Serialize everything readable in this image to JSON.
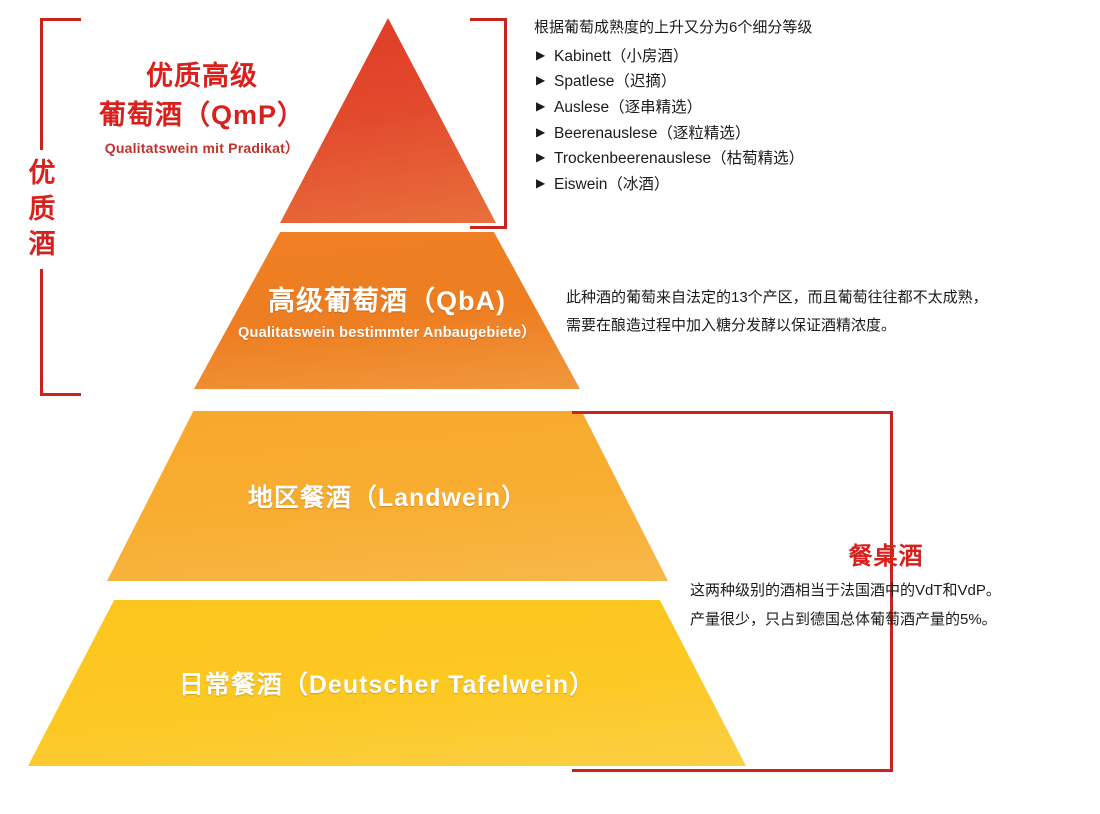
{
  "chart_data": {
    "type": "pyramid",
    "title": "德国葡萄酒等级金字塔",
    "tiers": [
      {
        "id": "qmp",
        "rank": 1,
        "name_cn": "优质高级\n葡萄酒（QmP）",
        "name_de": "Qualitatswein mit Pradikat）",
        "color": "#e2492d"
      },
      {
        "id": "qba",
        "rank": 2,
        "name_cn": "高级葡萄酒（QbA)",
        "name_de": "Qualitatswein bestimmter Anbaugebiete）",
        "color": "#ef7f22"
      },
      {
        "id": "landwein",
        "rank": 3,
        "name_cn": "地区餐酒（Landwein）",
        "name_de": "",
        "color": "#f8ad30"
      },
      {
        "id": "tafelwein",
        "rank": 4,
        "name_cn": "日常餐酒（Deutscher Tafelwein）",
        "name_de": "",
        "color": "#fcc822"
      }
    ],
    "groups": [
      {
        "id": "quality-wine",
        "label": "优质酒",
        "covers": [
          "qmp",
          "qba"
        ]
      },
      {
        "id": "table-wine",
        "label": "餐桌酒",
        "covers": [
          "landwein",
          "tafelwein"
        ]
      }
    ]
  },
  "colors": {
    "red_accent": "#d8211c",
    "bracket": "#c9241c",
    "tier_qmp": "#e2492d",
    "tier_qba": "#ef7f22",
    "tier_landwein": "#f8ad30",
    "tier_tafelwein": "#fcc822",
    "body_text": "#1b1b1b"
  },
  "pyramid": {
    "tier_qmp": {
      "label_cn_line1": "优质高级",
      "label_cn_line2": "葡萄酒（QmP）",
      "label_de": "Qualitatswein mit Pradikat）"
    },
    "tier_qba": {
      "label_cn": "高级葡萄酒（QbA)",
      "label_de": "Qualitatswein bestimmter Anbaugebiete）"
    },
    "tier_landwein": {
      "label_cn": "地区餐酒（Landwein）"
    },
    "tier_tafelwein": {
      "label_cn": "日常餐酒（Deutscher Tafelwein）"
    }
  },
  "quality_group": {
    "vertical_label": "优质酒"
  },
  "qmp_detail": {
    "heading": "根据葡萄成熟度的上升又分为6个细分等级",
    "marker": "▶",
    "items": [
      {
        "label": "Kabinett（小房酒）"
      },
      {
        "label": "Spatlese（迟摘）"
      },
      {
        "label": "Auslese（逐串精选）"
      },
      {
        "label": "Beerenauslese（逐粒精选）"
      },
      {
        "label": "Trockenbeerenauslese（枯萄精选）"
      },
      {
        "label": "Eiswein（冰酒）"
      }
    ]
  },
  "qba_detail": {
    "line1": "此种酒的葡萄来自法定的13个产区，而且葡萄往往都不太成熟，",
    "line2": "需要在酿造过程中加入糖分发酵以保证酒精浓度。"
  },
  "table_wine_detail": {
    "title": "餐桌酒",
    "line1": "这两种级别的酒相当于法国酒中的VdT和VdP。",
    "line2": "产量很少，只占到德国总体葡萄酒产量的5%。"
  }
}
